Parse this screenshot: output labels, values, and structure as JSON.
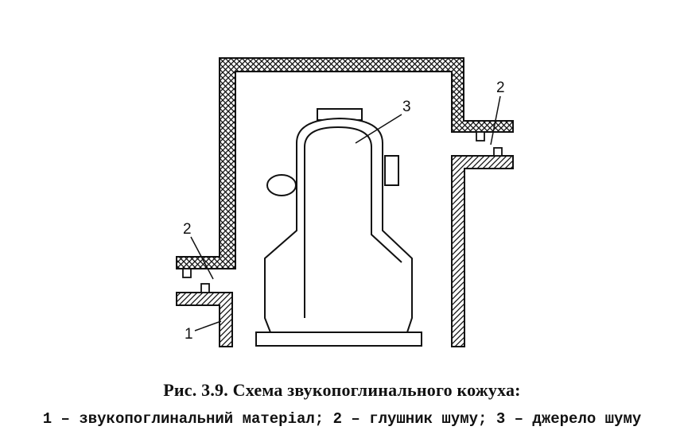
{
  "labels": {
    "material": "1",
    "silencer_left": "2",
    "silencer_right": "2",
    "source": "3"
  },
  "caption": {
    "title": "Рис. 3.9. Схема звукопоглинального кожуха:",
    "legend": "1 – звукопоглинальний матеріал; 2 – глушник шуму; 3 – джерело шуму"
  }
}
